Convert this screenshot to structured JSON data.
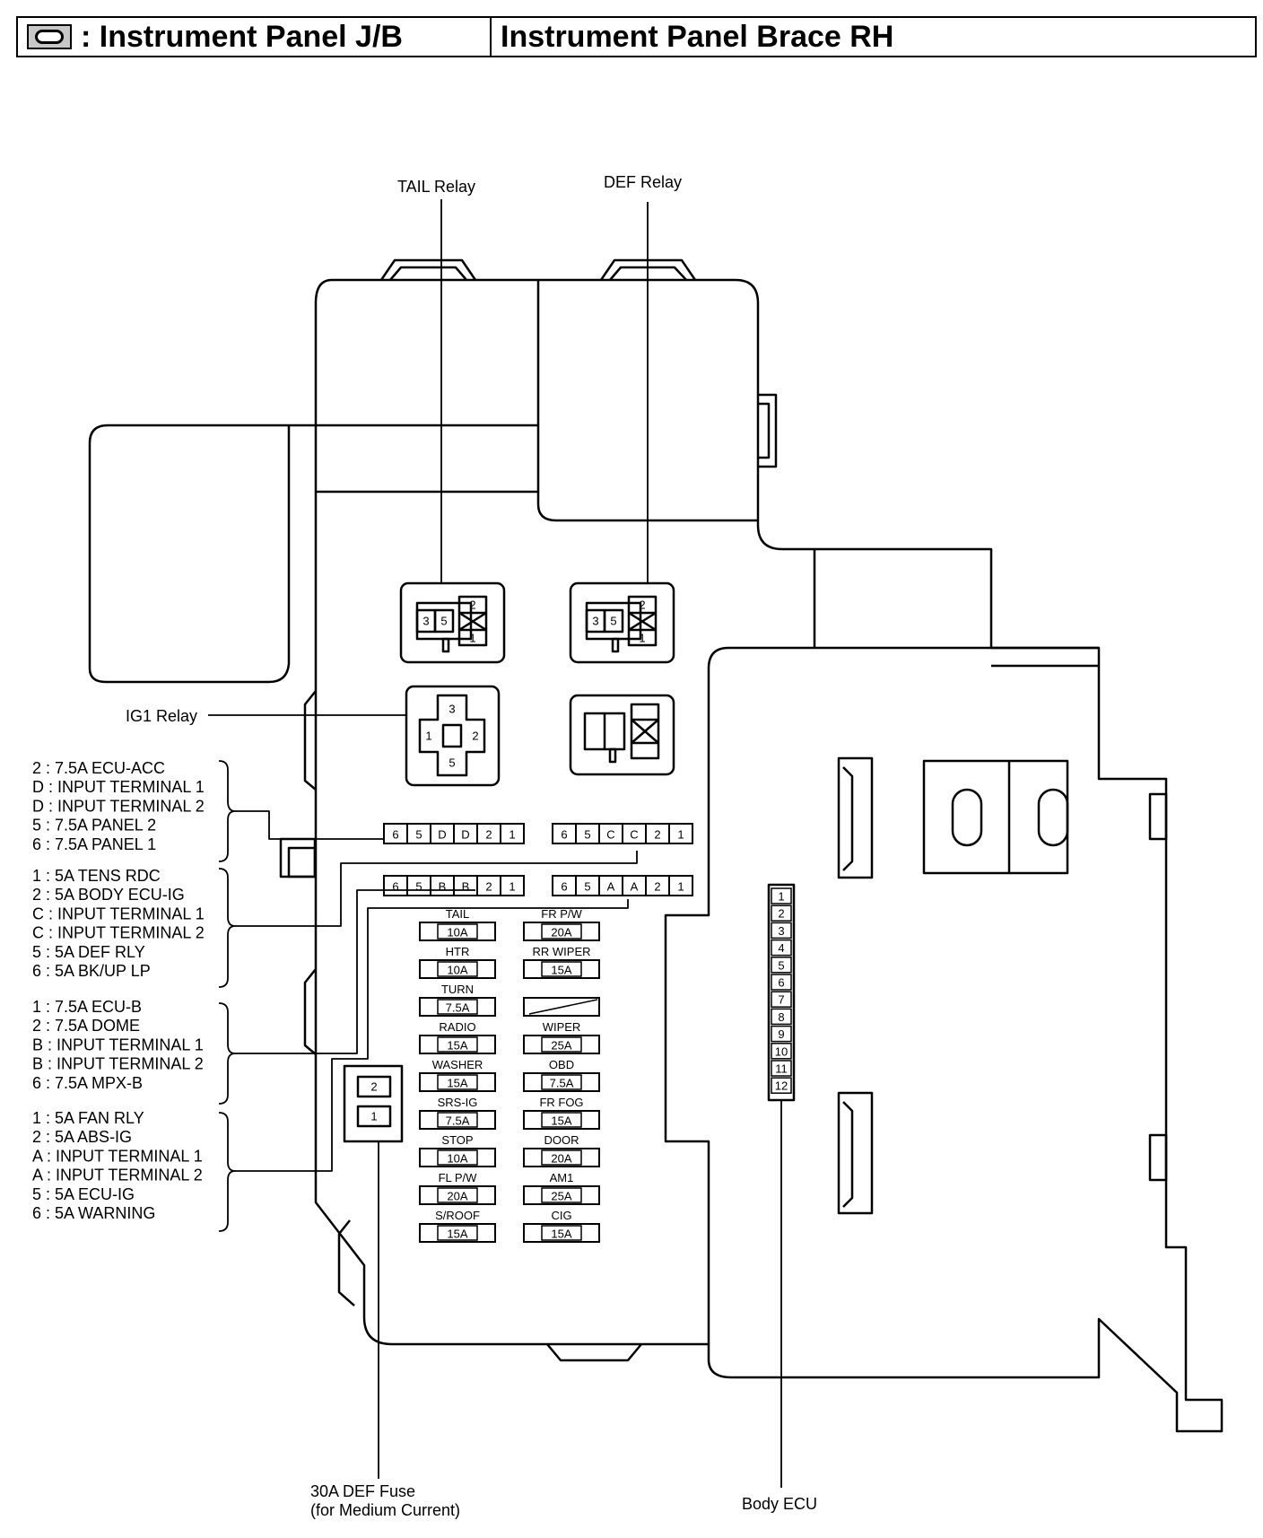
{
  "header": {
    "title": ": Instrument Panel J/B",
    "location": "Instrument Panel Brace RH"
  },
  "callouts": {
    "tail_relay": "TAIL Relay",
    "def_relay": "DEF Relay",
    "ig1_relay": "IG1 Relay",
    "def_fuse_line1": "30A DEF Fuse",
    "def_fuse_line2": "(for Medium Current)",
    "body_ecu": "Body ECU"
  },
  "relay_pins": {
    "p3": "3",
    "p5": "5",
    "p2": "2",
    "p1": "1"
  },
  "ig1_pins": {
    "top": "3",
    "left": "1",
    "right": "2",
    "bottom": "5"
  },
  "def_fuse_slots": {
    "upper": "2",
    "lower": "1"
  },
  "connector_groups": [
    {
      "items": [
        "2 : 7.5A ECU-ACC",
        "D : INPUT TERMINAL 1",
        "D : INPUT TERMINAL 2",
        "5 : 7.5A PANEL 2",
        "6 : 7.5A PANEL 1"
      ]
    },
    {
      "items": [
        "1 : 5A TENS RDC",
        "2 : 5A BODY ECU-IG",
        "C : INPUT TERMINAL 1",
        "C : INPUT TERMINAL 2",
        "5 : 5A DEF RLY",
        "6 : 5A BK/UP LP"
      ]
    },
    {
      "items": [
        "1 : 7.5A ECU-B",
        "2 : 7.5A DOME",
        "B : INPUT TERMINAL 1",
        "B : INPUT TERMINAL 2",
        "6 : 7.5A MPX-B"
      ]
    },
    {
      "items": [
        "1 : 5A FAN RLY",
        "2 : 5A ABS-IG",
        "A : INPUT TERMINAL 1",
        "A : INPUT TERMINAL 2",
        "5 : 5A ECU-IG",
        "6 : 5A WARNING"
      ]
    }
  ],
  "connector_strips": [
    {
      "cells": [
        "6",
        "5",
        "D",
        "D",
        "2",
        "1"
      ]
    },
    {
      "cells": [
        "6",
        "5",
        "C",
        "C",
        "2",
        "1"
      ]
    },
    {
      "cells": [
        "6",
        "5",
        "B",
        "B",
        "2",
        "1"
      ]
    },
    {
      "cells": [
        "6",
        "5",
        "A",
        "A",
        "2",
        "1"
      ]
    }
  ],
  "fuses_left": [
    {
      "name": "TAIL",
      "rating": "10A"
    },
    {
      "name": "HTR",
      "rating": "10A"
    },
    {
      "name": "TURN",
      "rating": "7.5A"
    },
    {
      "name": "RADIO",
      "rating": "15A"
    },
    {
      "name": "WASHER",
      "rating": "15A"
    },
    {
      "name": "SRS-IG",
      "rating": "7.5A"
    },
    {
      "name": "STOP",
      "rating": "10A"
    },
    {
      "name": "FL P/W",
      "rating": "20A"
    },
    {
      "name": "S/ROOF",
      "rating": "15A"
    }
  ],
  "fuses_right": [
    {
      "name": "FR P/W",
      "rating": "20A"
    },
    {
      "name": "RR WIPER",
      "rating": "15A"
    },
    {
      "name": "",
      "rating": ""
    },
    {
      "name": "WIPER",
      "rating": "25A"
    },
    {
      "name": "OBD",
      "rating": "7.5A"
    },
    {
      "name": "FR FOG",
      "rating": "15A"
    },
    {
      "name": "DOOR",
      "rating": "20A"
    },
    {
      "name": "AM1",
      "rating": "25A"
    },
    {
      "name": "CIG",
      "rating": "15A"
    }
  ],
  "body_ecu_pins": [
    "1",
    "2",
    "3",
    "4",
    "5",
    "6",
    "7",
    "8",
    "9",
    "10",
    "11",
    "12"
  ]
}
